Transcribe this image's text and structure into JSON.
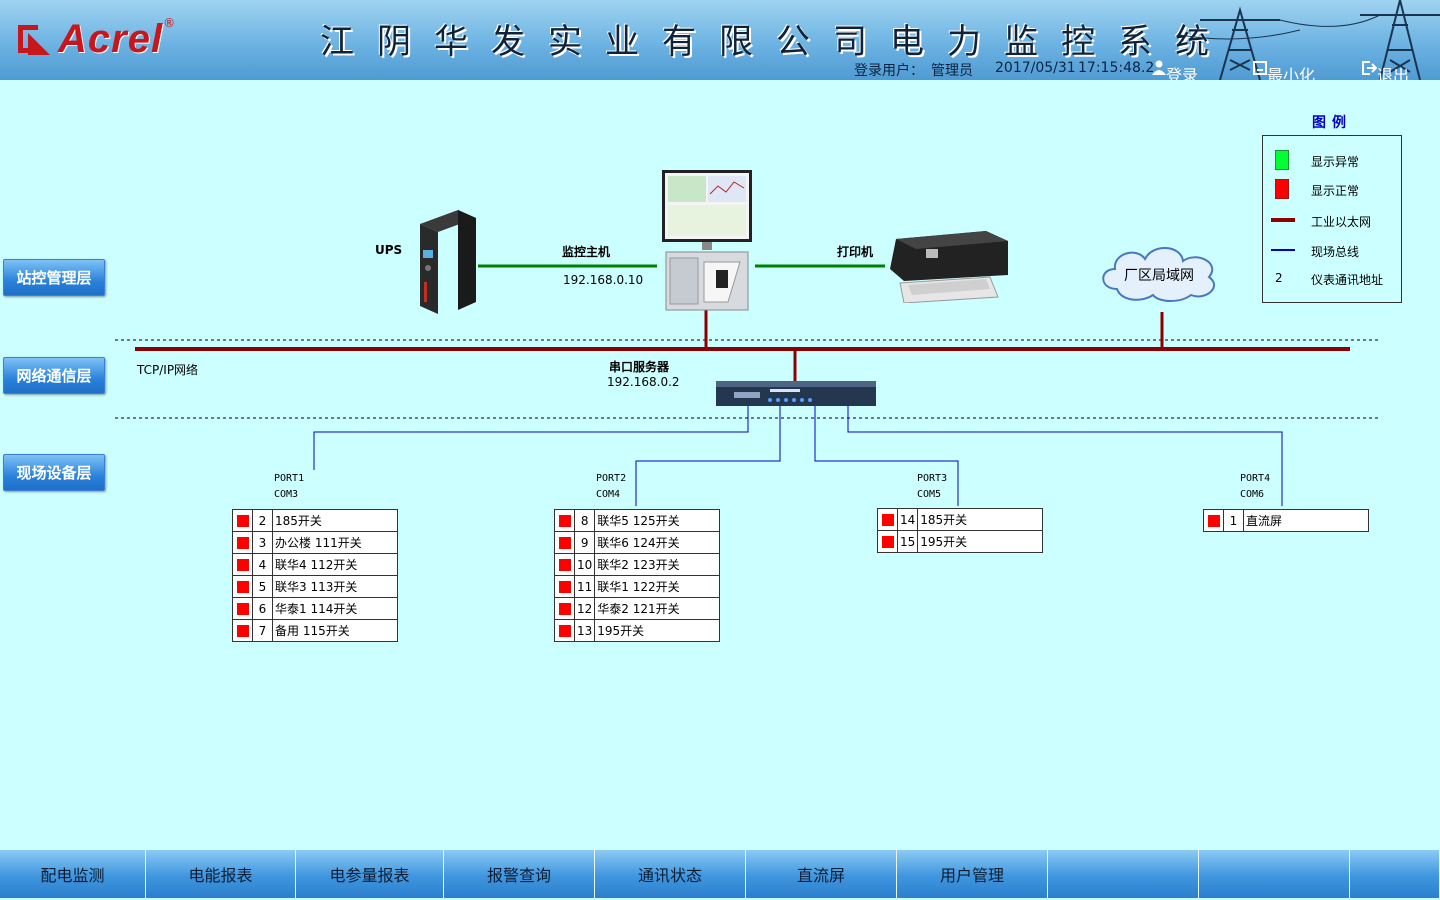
{
  "header": {
    "logo_text": "Acrel",
    "logo_reg": "®",
    "title": "江阴华发实业有限公司电力监控系统",
    "login_user_label": "登录用户：",
    "login_user": "管理员",
    "date": "2017/05/31",
    "time": "17:15:48.2",
    "login_button": "登录",
    "minimize_button": "最小化",
    "exit_button": "退出"
  },
  "layers": {
    "station": "站控管理层",
    "network": "网络通信层",
    "field": "现场设备层"
  },
  "devices": {
    "ups_label": "UPS",
    "host_label": "监控主机",
    "host_ip": "192.168.0.10",
    "printer_label": "打印机",
    "lan_label": "厂区局域网",
    "tcpip_label": "TCP/IP网络",
    "serial_label": "串口服务器",
    "serial_ip": "192.168.0.2"
  },
  "legend": {
    "title": "图例",
    "items": [
      {
        "label": "显示异常",
        "symbol": "green-square",
        "color": "#00ff33"
      },
      {
        "label": "显示正常",
        "symbol": "red-square",
        "color": "#ff0000"
      },
      {
        "label": "工业以太网",
        "symbol": "dark-red-line",
        "color": "#8b0000"
      },
      {
        "label": "现场总线",
        "symbol": "blue-line",
        "color": "#0000cc"
      },
      {
        "label": "仪表通讯地址",
        "symbol": "number",
        "sample": "2"
      }
    ]
  },
  "ports": [
    {
      "port": "PORT1",
      "com": "COM3",
      "rows": [
        {
          "addr": "2",
          "name": "185开关"
        },
        {
          "addr": "3",
          "name": "办公楼 111开关"
        },
        {
          "addr": "4",
          "name": "联华4 112开关"
        },
        {
          "addr": "5",
          "name": "联华3 113开关"
        },
        {
          "addr": "6",
          "name": "华泰1 114开关"
        },
        {
          "addr": "7",
          "name": "备用 115开关"
        }
      ]
    },
    {
      "port": "PORT2",
      "com": "COM4",
      "rows": [
        {
          "addr": "8",
          "name": "联华5 125开关"
        },
        {
          "addr": "9",
          "name": "联华6 124开关"
        },
        {
          "addr": "10",
          "name": "联华2 123开关"
        },
        {
          "addr": "11",
          "name": "联华1 122开关"
        },
        {
          "addr": "12",
          "name": "华泰2 121开关"
        },
        {
          "addr": "13",
          "name": "195开关"
        }
      ]
    },
    {
      "port": "PORT3",
      "com": "COM5",
      "rows": [
        {
          "addr": "14",
          "name": "185开关"
        },
        {
          "addr": "15",
          "name": "195开关"
        }
      ]
    },
    {
      "port": "PORT4",
      "com": "COM6",
      "rows": [
        {
          "addr": "1",
          "name": "直流屏"
        }
      ]
    }
  ],
  "nav": {
    "tabs": [
      "配电监测",
      "电能报表",
      "电参量报表",
      "报警查询",
      "通讯状态",
      "直流屏",
      "用户管理",
      "",
      "",
      ""
    ]
  },
  "colors": {
    "background": "#ccffff",
    "ethernet": "#8b0000",
    "fieldbus": "#0000cc",
    "green_link": "#008000",
    "status_red": "#ff0000"
  }
}
